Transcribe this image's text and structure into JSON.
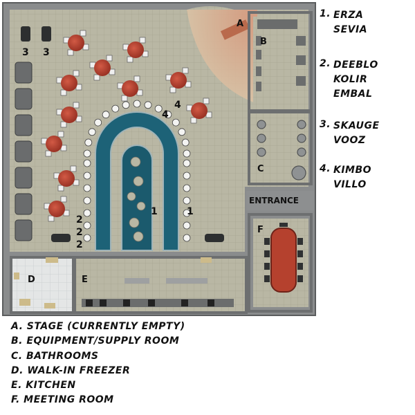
{
  "map": {
    "area_letters": [
      "A",
      "B",
      "C",
      "D",
      "E",
      "F"
    ],
    "entrance_label": "ENTRANCE",
    "position_markers": [
      {
        "label": "1"
      },
      {
        "label": "1"
      },
      {
        "label": "2"
      },
      {
        "label": "2"
      },
      {
        "label": "2"
      },
      {
        "label": "3"
      },
      {
        "label": "3"
      },
      {
        "label": "4"
      },
      {
        "label": "4"
      }
    ],
    "colors": {
      "floor": "#b9b7a4",
      "wall": "#7d7f80",
      "water": "#1d6277",
      "table": "#b34433",
      "stage": "#d9b79a",
      "meeting_table": "#b5412e"
    }
  },
  "characters": [
    {
      "number": "1.",
      "lines": [
        "ERZA",
        "SEVIA"
      ]
    },
    {
      "number": "2.",
      "lines": [
        "DEEBLO",
        "KOLIR",
        "EMBAL"
      ]
    },
    {
      "number": "3.",
      "lines": [
        "SKAUGE",
        "VOOZ"
      ]
    },
    {
      "number": "4.",
      "lines": [
        "KIMBO",
        "VILLO"
      ]
    }
  ],
  "key": [
    {
      "letter": "A.",
      "text": "STAGE (CURRENTLY EMPTY)"
    },
    {
      "letter": "B.",
      "text": "EQUIPMENT/SUPPLY ROOM"
    },
    {
      "letter": "C.",
      "text": "BATHROOMS"
    },
    {
      "letter": "D.",
      "text": "WALK-IN FREEZER"
    },
    {
      "letter": "E.",
      "text": "KITCHEN"
    },
    {
      "letter": "F.",
      "text": "MEETING ROOM"
    }
  ]
}
